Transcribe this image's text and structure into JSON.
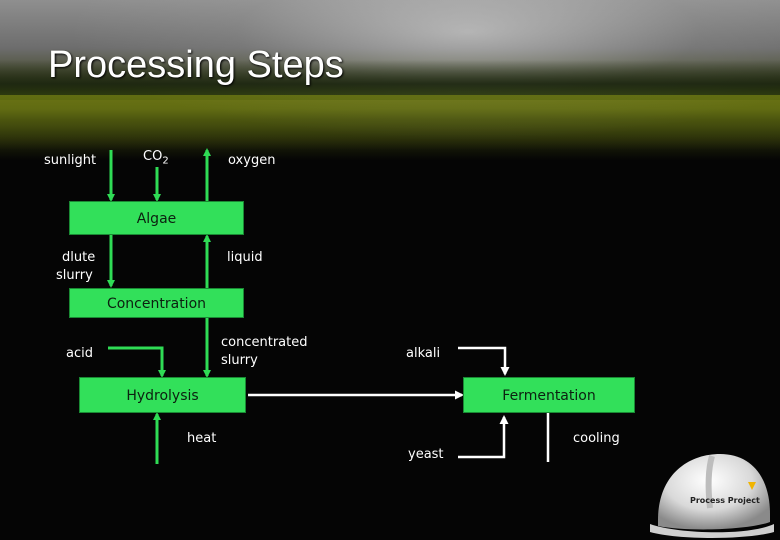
{
  "title": "Processing Steps",
  "boxes": {
    "algae": "Algae",
    "concentration": "Concentration",
    "hydrolysis": "Hydrolysis",
    "fermentation": "Fermentation"
  },
  "labels": {
    "sunlight": "sunlight",
    "co2_main": "CO",
    "co2_sub": "2",
    "oxygen": "oxygen",
    "dilute_slurry_1": "dlute",
    "dilute_slurry_2": "slurry",
    "liquid": "liquid",
    "acid": "acid",
    "concentrated_slurry_1": "concentrated",
    "concentrated_slurry_2": "slurry",
    "heat": "heat",
    "alkali": "alkali",
    "yeast": "yeast",
    "cooling": "cooling"
  },
  "logo_text": "Process Project",
  "colors": {
    "box": "#32e05a",
    "arrow_green": "#2fdc55",
    "arrow_white": "#ffffff"
  }
}
